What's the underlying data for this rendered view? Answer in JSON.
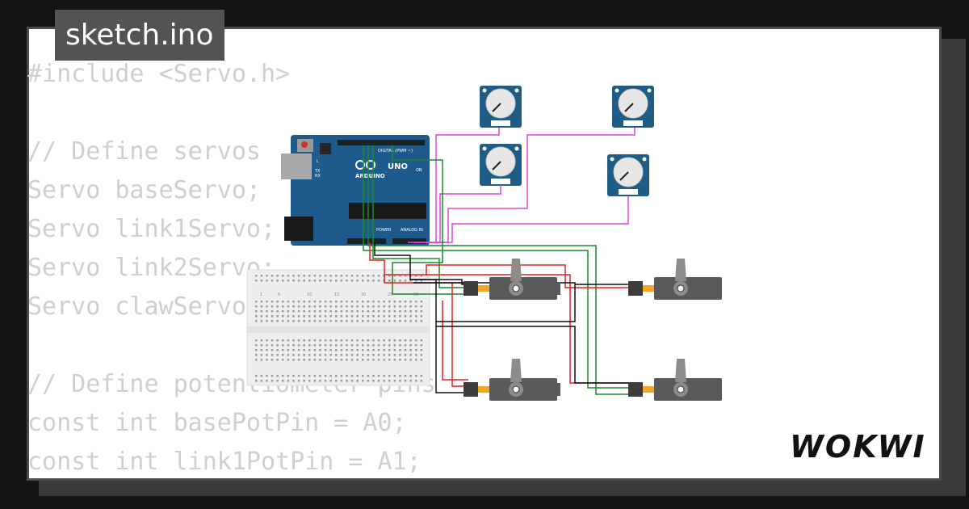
{
  "tab": {
    "filename": "sketch.ino"
  },
  "code": {
    "lines": [
      "#include <Servo.h>",
      "",
      "// Define servos",
      "Servo baseServo;",
      "Servo link1Servo;",
      "Servo link2Servo;",
      "Servo clawServo;",
      "",
      "// Define potentiometer pins",
      "const int basePotPin = A0;",
      "const int link1PotPin = A1;"
    ]
  },
  "arduino": {
    "brand": "ARDUINO",
    "model": "UNO",
    "header_digital": "DIGITAL (PWM ~)",
    "header_power": "POWER",
    "header_analog": "ANALOG IN",
    "label_tx": "TX",
    "label_rx": "RX",
    "label_l": "L",
    "label_on": "ON"
  },
  "breadboard": {
    "column_numbers": [
      "1",
      "5",
      "10",
      "15",
      "20",
      "25",
      "30"
    ]
  },
  "logo": {
    "text": "WOKWI"
  },
  "colors": {
    "background": "#141414",
    "panel": "#ffffff",
    "tab": "#535353",
    "code_text": "#cfcfcf",
    "arduino_blue": "#1e5b8c",
    "wire_red": "#e02020",
    "wire_green": "#1a8a2a",
    "wire_black": "#111111",
    "wire_magenta": "#e040e0",
    "pot_body": "#1f5c86",
    "servo_body": "#5a5a5a"
  },
  "icons": [
    "arduino-board",
    "potentiometer",
    "servo-motor",
    "breadboard",
    "wokwi-logo"
  ]
}
